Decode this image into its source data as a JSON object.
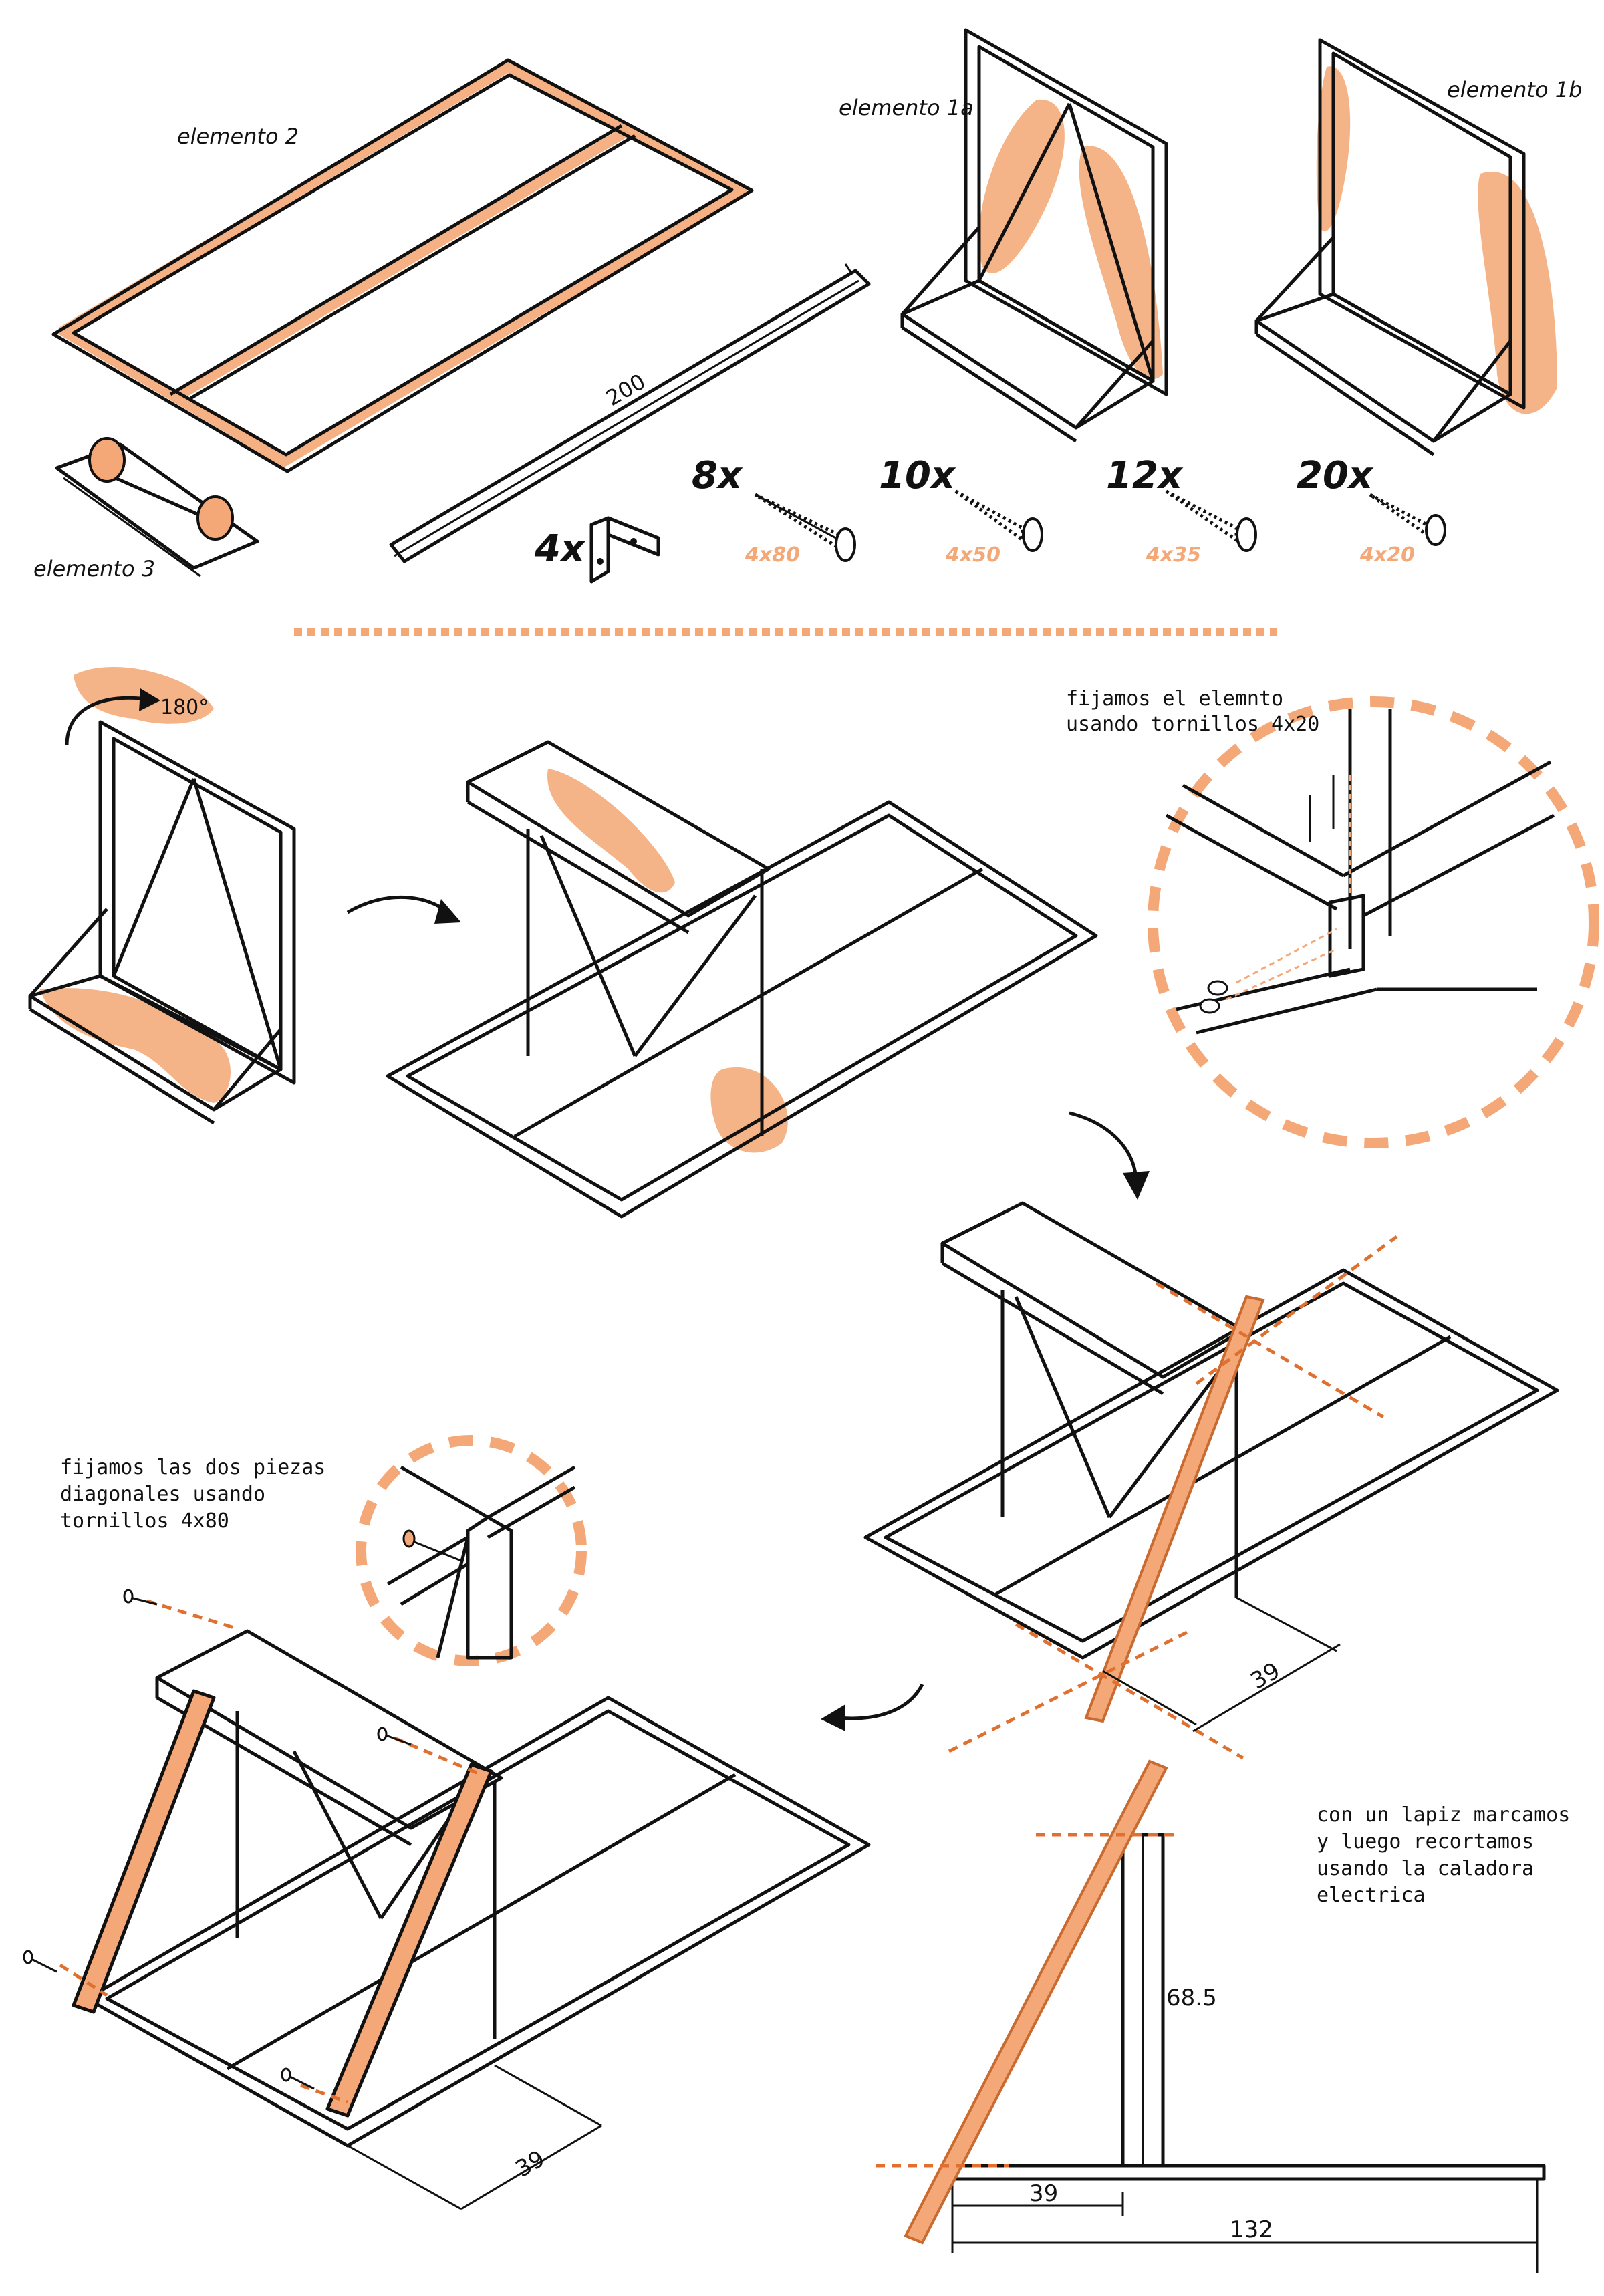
{
  "parts": {
    "elemento_2": "elemento 2",
    "elemento_1a": "elemento 1a",
    "elemento_1b": "elemento 1b",
    "elemento_3": "elemento 3",
    "profile_length": "200"
  },
  "hardware": {
    "angle_bracket_qty": "4x",
    "screws": [
      {
        "qty": "8x",
        "spec": "4x80"
      },
      {
        "qty": "10x",
        "spec": "4x50"
      },
      {
        "qty": "12x",
        "spec": "4x35"
      },
      {
        "qty": "20x",
        "spec": "4x20"
      }
    ]
  },
  "steps": {
    "rotate_label": "180°",
    "note_fix_element": "fijamos el elemnto\nusando tornillos 4x20",
    "note_diagonals": "fijamos las dos piezas\ndiagonales usando\ntornillos 4x80",
    "note_mark_cut": "con un lapiz marcamos\ny luego recortamos\nusando la caladora\nelectrica"
  },
  "dimensions": {
    "offset_top_right": "39",
    "offset_bottom_left": "39",
    "height": "68.5",
    "base_offset": "39",
    "base_length": "132"
  },
  "colors": {
    "accent": "#f4a877",
    "cut_line": "#e07030",
    "ink": "#111111"
  }
}
